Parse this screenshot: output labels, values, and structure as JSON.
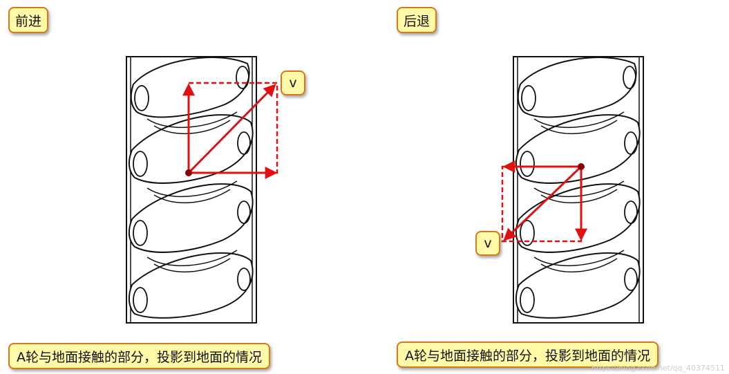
{
  "left_panel": {
    "title": "前进",
    "vector_label": "v",
    "caption": "A轮与地面接触的部分，投影到地面的情况"
  },
  "right_panel": {
    "title": "后退",
    "vector_label": "v",
    "caption": "A轮与地面接触的部分，投影到地面的情况"
  },
  "watermark": "https://blog.csdn.net/qq_40374511",
  "colors": {
    "arrow": "#e01010",
    "tag_fill": "#fff9a8",
    "tag_border": "#d47a1a",
    "outline": "#111111"
  }
}
